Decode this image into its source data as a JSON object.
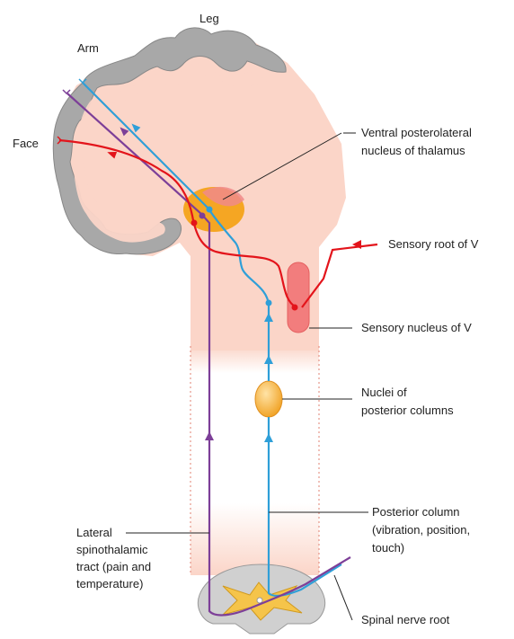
{
  "labels": {
    "leg": "Leg",
    "arm": "Arm",
    "face": "Face",
    "vpl_line1": "Ventral posterolateral",
    "vpl_line2": "nucleus of thalamus",
    "sensory_root": "Sensory root of V",
    "sensory_nucleus": "Sensory nucleus of V",
    "nuclei_line1": "Nuclei of",
    "nuclei_line2": "posterior columns",
    "posterior_line1": "Posterior column",
    "posterior_line2": "(vibration, position,",
    "posterior_line3": "touch)",
    "lateral_line1": "Lateral",
    "lateral_line2": "spinothalamic",
    "lateral_line3": "tract (pain and",
    "lateral_line4": "temperature)",
    "spinal_root": "Spinal nerve root"
  },
  "colors": {
    "tissue": "#fbd5c8",
    "cortex": "#aaaaaa",
    "thalamus": "#f5a623",
    "thalamus_part": "#f08a8a",
    "red_pathway": "#e3141b",
    "blue_pathway": "#2f9fd8",
    "purple_pathway": "#7d3f98",
    "spinal_gray": "#d0d0d0",
    "spinal_gray_matter": "#f5c44a"
  }
}
